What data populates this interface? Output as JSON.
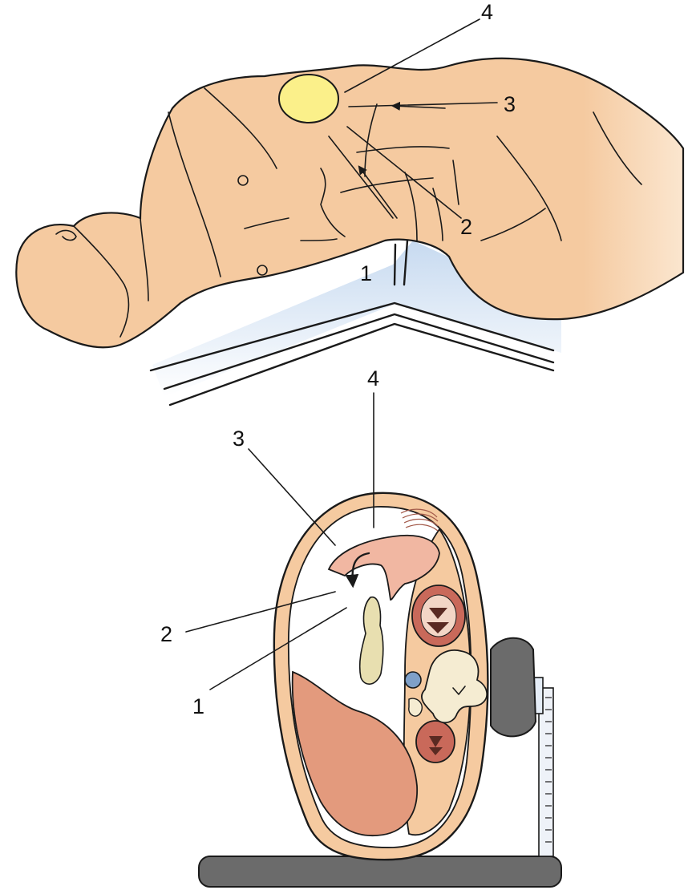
{
  "colors": {
    "skin": "#f5caa0",
    "skin_dark": "#e8b486",
    "table_blue": "#d8e6f5",
    "gallbladder_yellow": "#fbf08a",
    "organ_pink": "#e6a58a",
    "liver_red": "#e39a7d",
    "kidney_red": "#c9695a",
    "pancreas": "#e8dfb0",
    "spine": "#f5ecd2",
    "device_gray": "#6b6b6b",
    "line": "#1a1a1a"
  },
  "top_view": {
    "callouts": [
      {
        "id": "1",
        "label": "1"
      },
      {
        "id": "2",
        "label": "2"
      },
      {
        "id": "3",
        "label": "3"
      },
      {
        "id": "4",
        "label": "4"
      }
    ]
  },
  "bottom_view": {
    "callouts": [
      {
        "id": "1",
        "label": "1"
      },
      {
        "id": "2",
        "label": "2"
      },
      {
        "id": "3",
        "label": "3"
      },
      {
        "id": "4",
        "label": "4"
      }
    ]
  }
}
